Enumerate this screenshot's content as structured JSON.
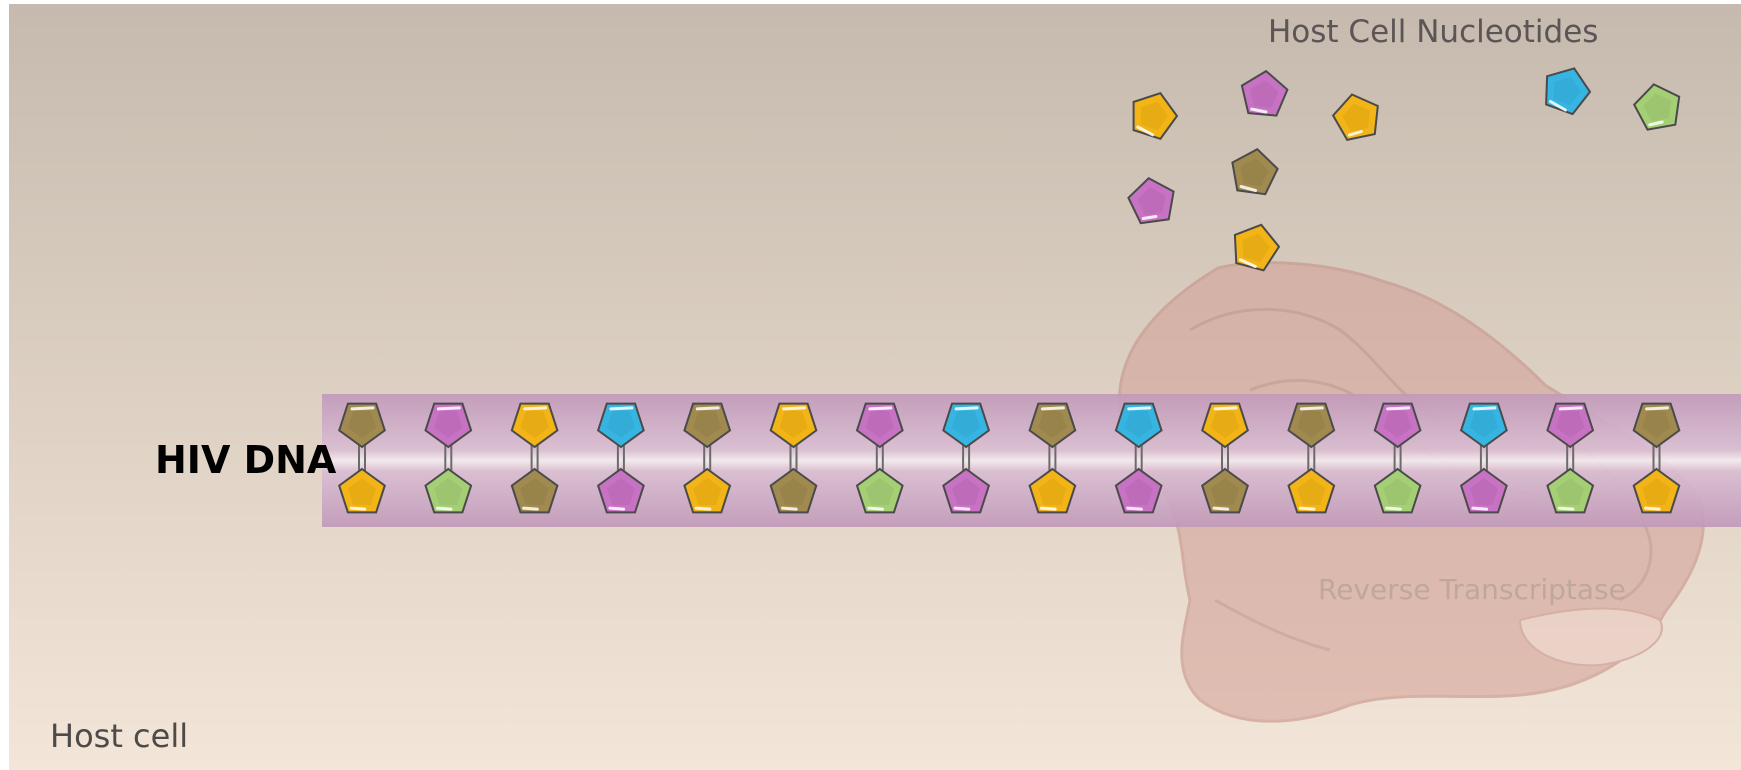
{
  "labels": {
    "nucleotides_title": "Host Cell Nucleotides",
    "hiv_dna": "HIV DNA",
    "reverse_transcriptase": "Reverse Transcriptase",
    "host_cell": "Host cell"
  },
  "colors": {
    "background_top": "#c6baae",
    "background_bottom": "#f3e6d8",
    "dna_band": "#c6a3c0",
    "enzyme": "#d7a89e",
    "nucleotide_olive": "#a08a4f",
    "nucleotide_magenta": "#c872c4",
    "nucleotide_yellow": "#f2b416",
    "nucleotide_blue": "#36b5e3",
    "nucleotide_green": "#a5cf75"
  },
  "dna_pairs": [
    {
      "top": "olive",
      "bottom": "yellow"
    },
    {
      "top": "magenta",
      "bottom": "green"
    },
    {
      "top": "yellow",
      "bottom": "olive"
    },
    {
      "top": "blue",
      "bottom": "magenta"
    },
    {
      "top": "olive",
      "bottom": "yellow"
    },
    {
      "top": "yellow",
      "bottom": "olive"
    },
    {
      "top": "magenta",
      "bottom": "green"
    },
    {
      "top": "blue",
      "bottom": "magenta"
    },
    {
      "top": "olive",
      "bottom": "yellow"
    },
    {
      "top": "blue",
      "bottom": "magenta"
    },
    {
      "top": "yellow",
      "bottom": "olive"
    },
    {
      "top": "olive",
      "bottom": "yellow"
    },
    {
      "top": "magenta",
      "bottom": "green"
    },
    {
      "top": "blue",
      "bottom": "magenta"
    },
    {
      "top": "magenta",
      "bottom": "green"
    },
    {
      "top": "olive",
      "bottom": "yellow"
    }
  ],
  "free_nucleotides": [
    "yellow",
    "magenta",
    "yellow",
    "blue",
    "green",
    "olive",
    "magenta",
    "yellow"
  ]
}
